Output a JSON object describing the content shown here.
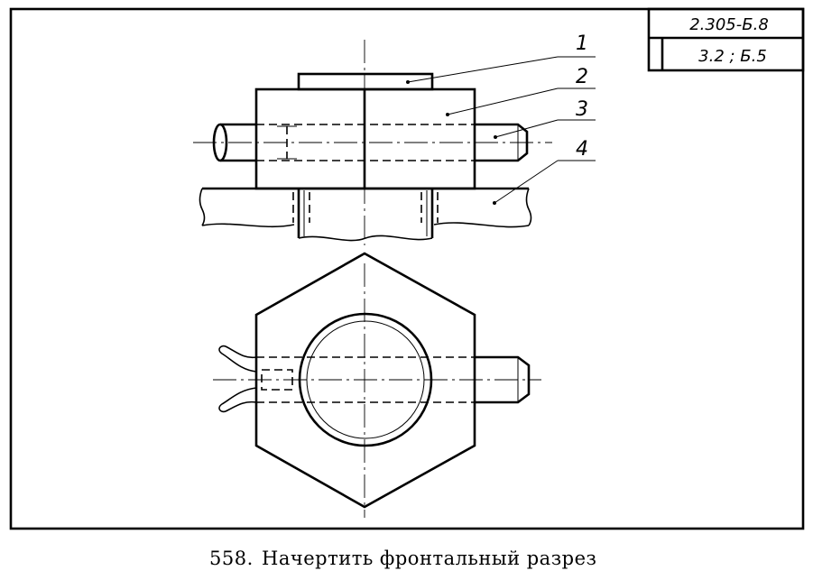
{
  "stamp": {
    "code_top": "2.305-Б.8",
    "code_bottom": "3.2 ; Б.5"
  },
  "callouts": [
    {
      "label": "1"
    },
    {
      "label": "2"
    },
    {
      "label": "3"
    },
    {
      "label": "4"
    }
  ],
  "caption": {
    "number": "558.",
    "text": "Начертить фронтальный разрез"
  }
}
